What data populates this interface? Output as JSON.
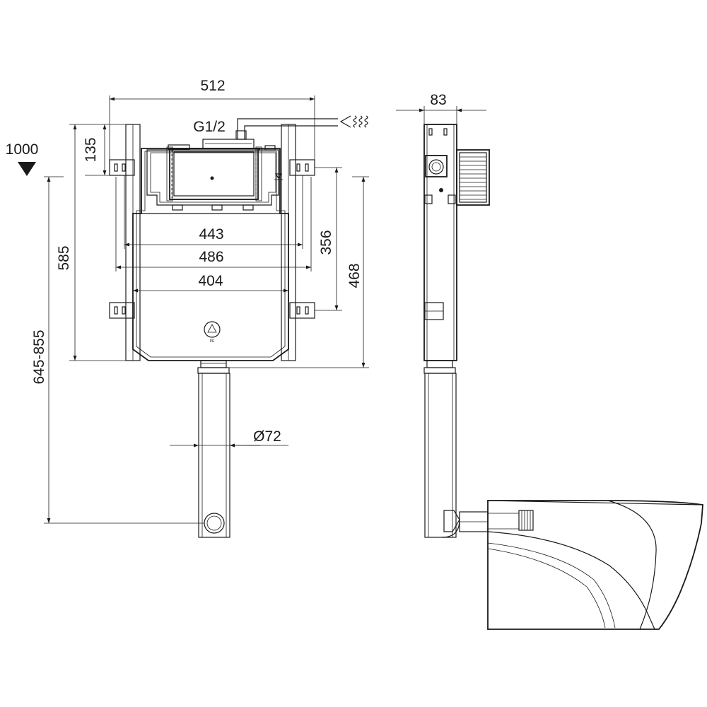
{
  "front_view": {
    "dims": {
      "overall_width": "512",
      "inlet_thread": "G1/2",
      "bracket_height": "135",
      "frame_height": "585",
      "adjust_range": "645-855",
      "reference_height": "1000",
      "width_inner": "443",
      "width_mid": "486",
      "width_body": "404",
      "bracket_span": "356",
      "drain_height": "468",
      "pipe_diameter": "Ø72"
    }
  },
  "side_view": {
    "dims": {
      "depth": "83"
    }
  },
  "colors": {
    "line": "#1a1a1a",
    "background": "#ffffff"
  }
}
